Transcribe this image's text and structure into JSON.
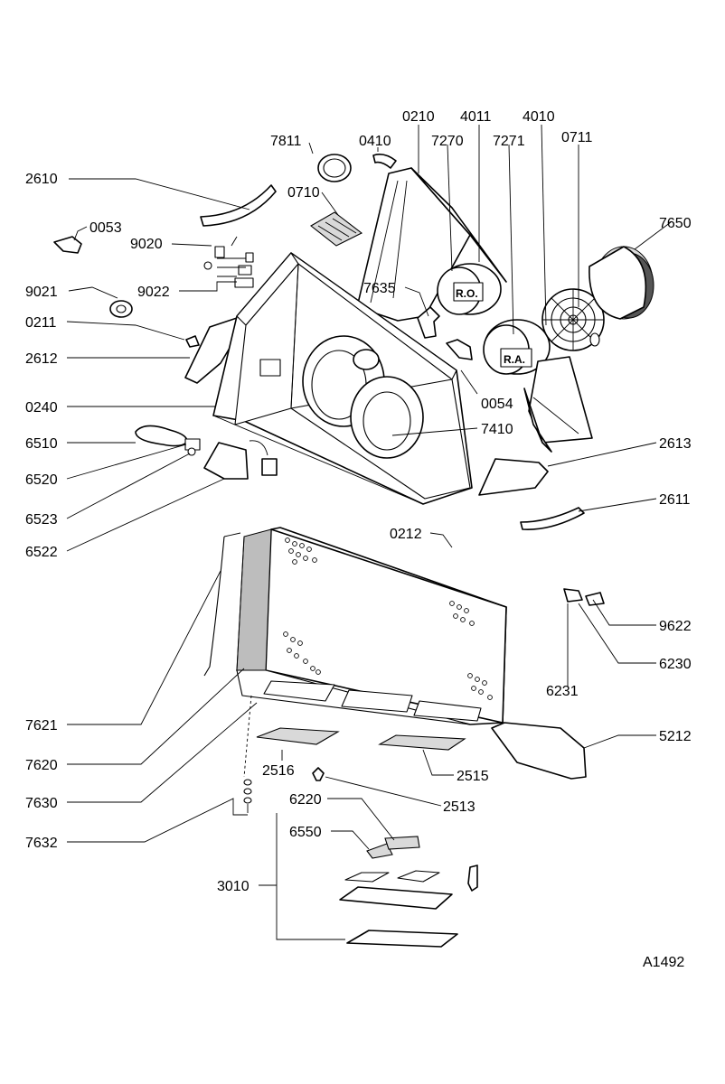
{
  "drawing_id": "A1492",
  "callouts": {
    "p0210": "0210",
    "p4011": "4011",
    "p4010": "4010",
    "p7811": "7811",
    "p0410": "0410",
    "p7270": "7270",
    "p7271": "7271",
    "p0711": "0711",
    "p2610": "2610",
    "p0710": "0710",
    "p7650": "7650",
    "p0053": "0053",
    "p9020": "9020",
    "p9021": "9021",
    "p9022": "9022",
    "p7635": "7635",
    "p0211": "0211",
    "p2612": "2612",
    "p0054": "0054",
    "p0240": "0240",
    "p7410": "7410",
    "p6510": "6510",
    "p2613": "2613",
    "p6520": "6520",
    "p6523": "6523",
    "p2611": "2611",
    "p6522": "6522",
    "p0212": "0212",
    "p9622": "9622",
    "p6230": "6230",
    "p6231": "6231",
    "p7621": "7621",
    "p5212": "5212",
    "p7620": "7620",
    "p2516": "2516",
    "p2515": "2515",
    "p7630": "7630",
    "p2513": "2513",
    "p6220": "6220",
    "p6550": "6550",
    "p7632": "7632",
    "p3010": "3010"
  },
  "motor_labels": {
    "ro": "R.O.",
    "ra": "R.A."
  }
}
